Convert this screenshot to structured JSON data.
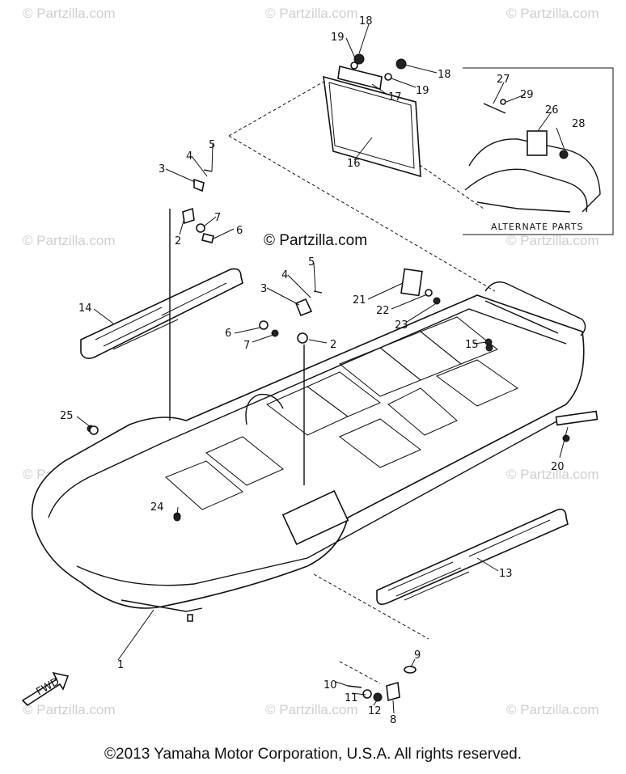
{
  "watermark": "© Partzilla.com",
  "center_watermark": "© Partzilla.com",
  "alternate_parts_label": "ALTERNATE PARTS",
  "fwd_label": "FWD",
  "copyright": "©2013  Yamaha Motor Corporation, U.S.A. All rights reserved.",
  "callouts": {
    "c1": "1",
    "c2a": "2",
    "c2b": "2",
    "c3a": "3",
    "c3b": "3",
    "c4a": "4",
    "c4b": "4",
    "c5a": "5",
    "c5b": "5",
    "c6a": "6",
    "c6b": "6",
    "c7a": "7",
    "c7b": "7",
    "c8": "8",
    "c9": "9",
    "c10": "10",
    "c11": "11",
    "c12": "12",
    "c13": "13",
    "c14": "14",
    "c15": "15",
    "c16": "16",
    "c17": "17",
    "c18a": "18",
    "c18b": "18",
    "c19a": "19",
    "c19b": "19",
    "c20": "20",
    "c21": "21",
    "c22": "22",
    "c23": "23",
    "c24": "24",
    "c25": "25",
    "c26": "26",
    "c27": "27",
    "c28": "28",
    "c29": "29"
  }
}
